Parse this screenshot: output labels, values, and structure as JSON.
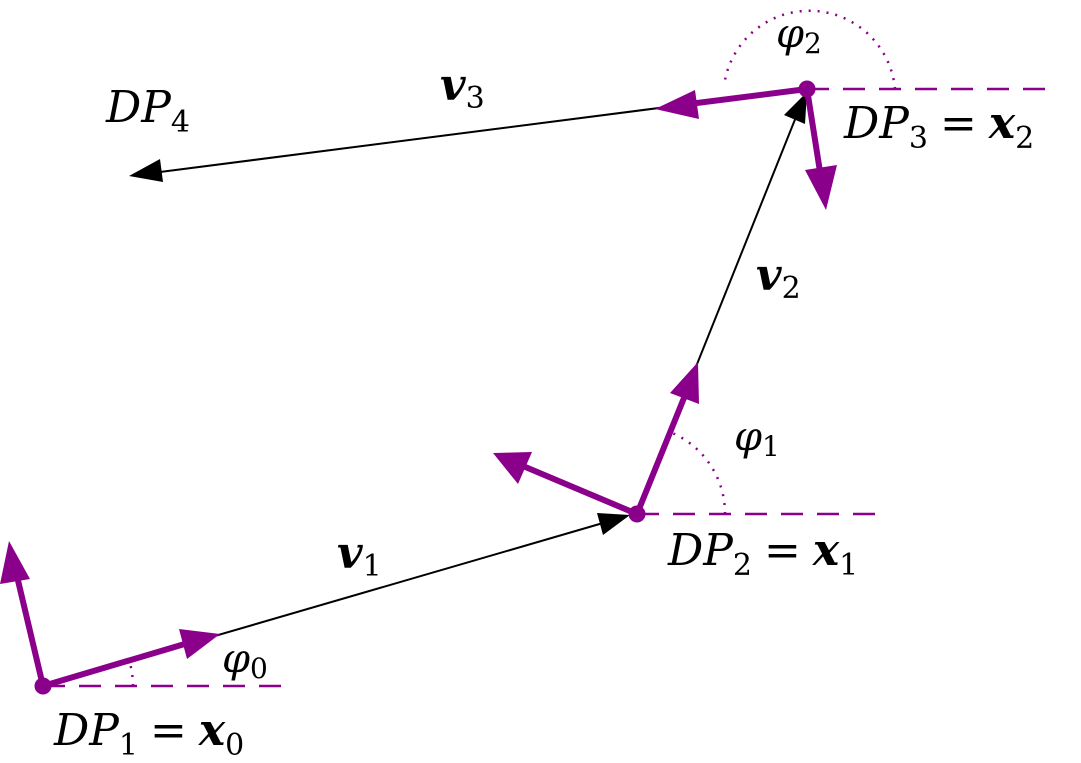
{
  "colors": {
    "frame": "#8b008b",
    "path": "#000000",
    "background": "#ffffff"
  },
  "points": {
    "dp1": {
      "name": "DP",
      "index": "1",
      "eq": "=",
      "alias": "x",
      "alias_index": "0"
    },
    "dp2": {
      "name": "DP",
      "index": "2",
      "eq": "=",
      "alias": "x",
      "alias_index": "1"
    },
    "dp3": {
      "name": "DP",
      "index": "3",
      "eq": "=",
      "alias": "x",
      "alias_index": "2"
    },
    "dp4": {
      "name": "DP",
      "index": "4"
    }
  },
  "vectors": {
    "v1": {
      "name": "v",
      "index": "1"
    },
    "v2": {
      "name": "v",
      "index": "2"
    },
    "v3": {
      "name": "v",
      "index": "3"
    }
  },
  "angles": {
    "phi0": {
      "name": "φ",
      "index": "0"
    },
    "phi1": {
      "name": "φ",
      "index": "1"
    },
    "phi2": {
      "name": "φ",
      "index": "2"
    }
  }
}
